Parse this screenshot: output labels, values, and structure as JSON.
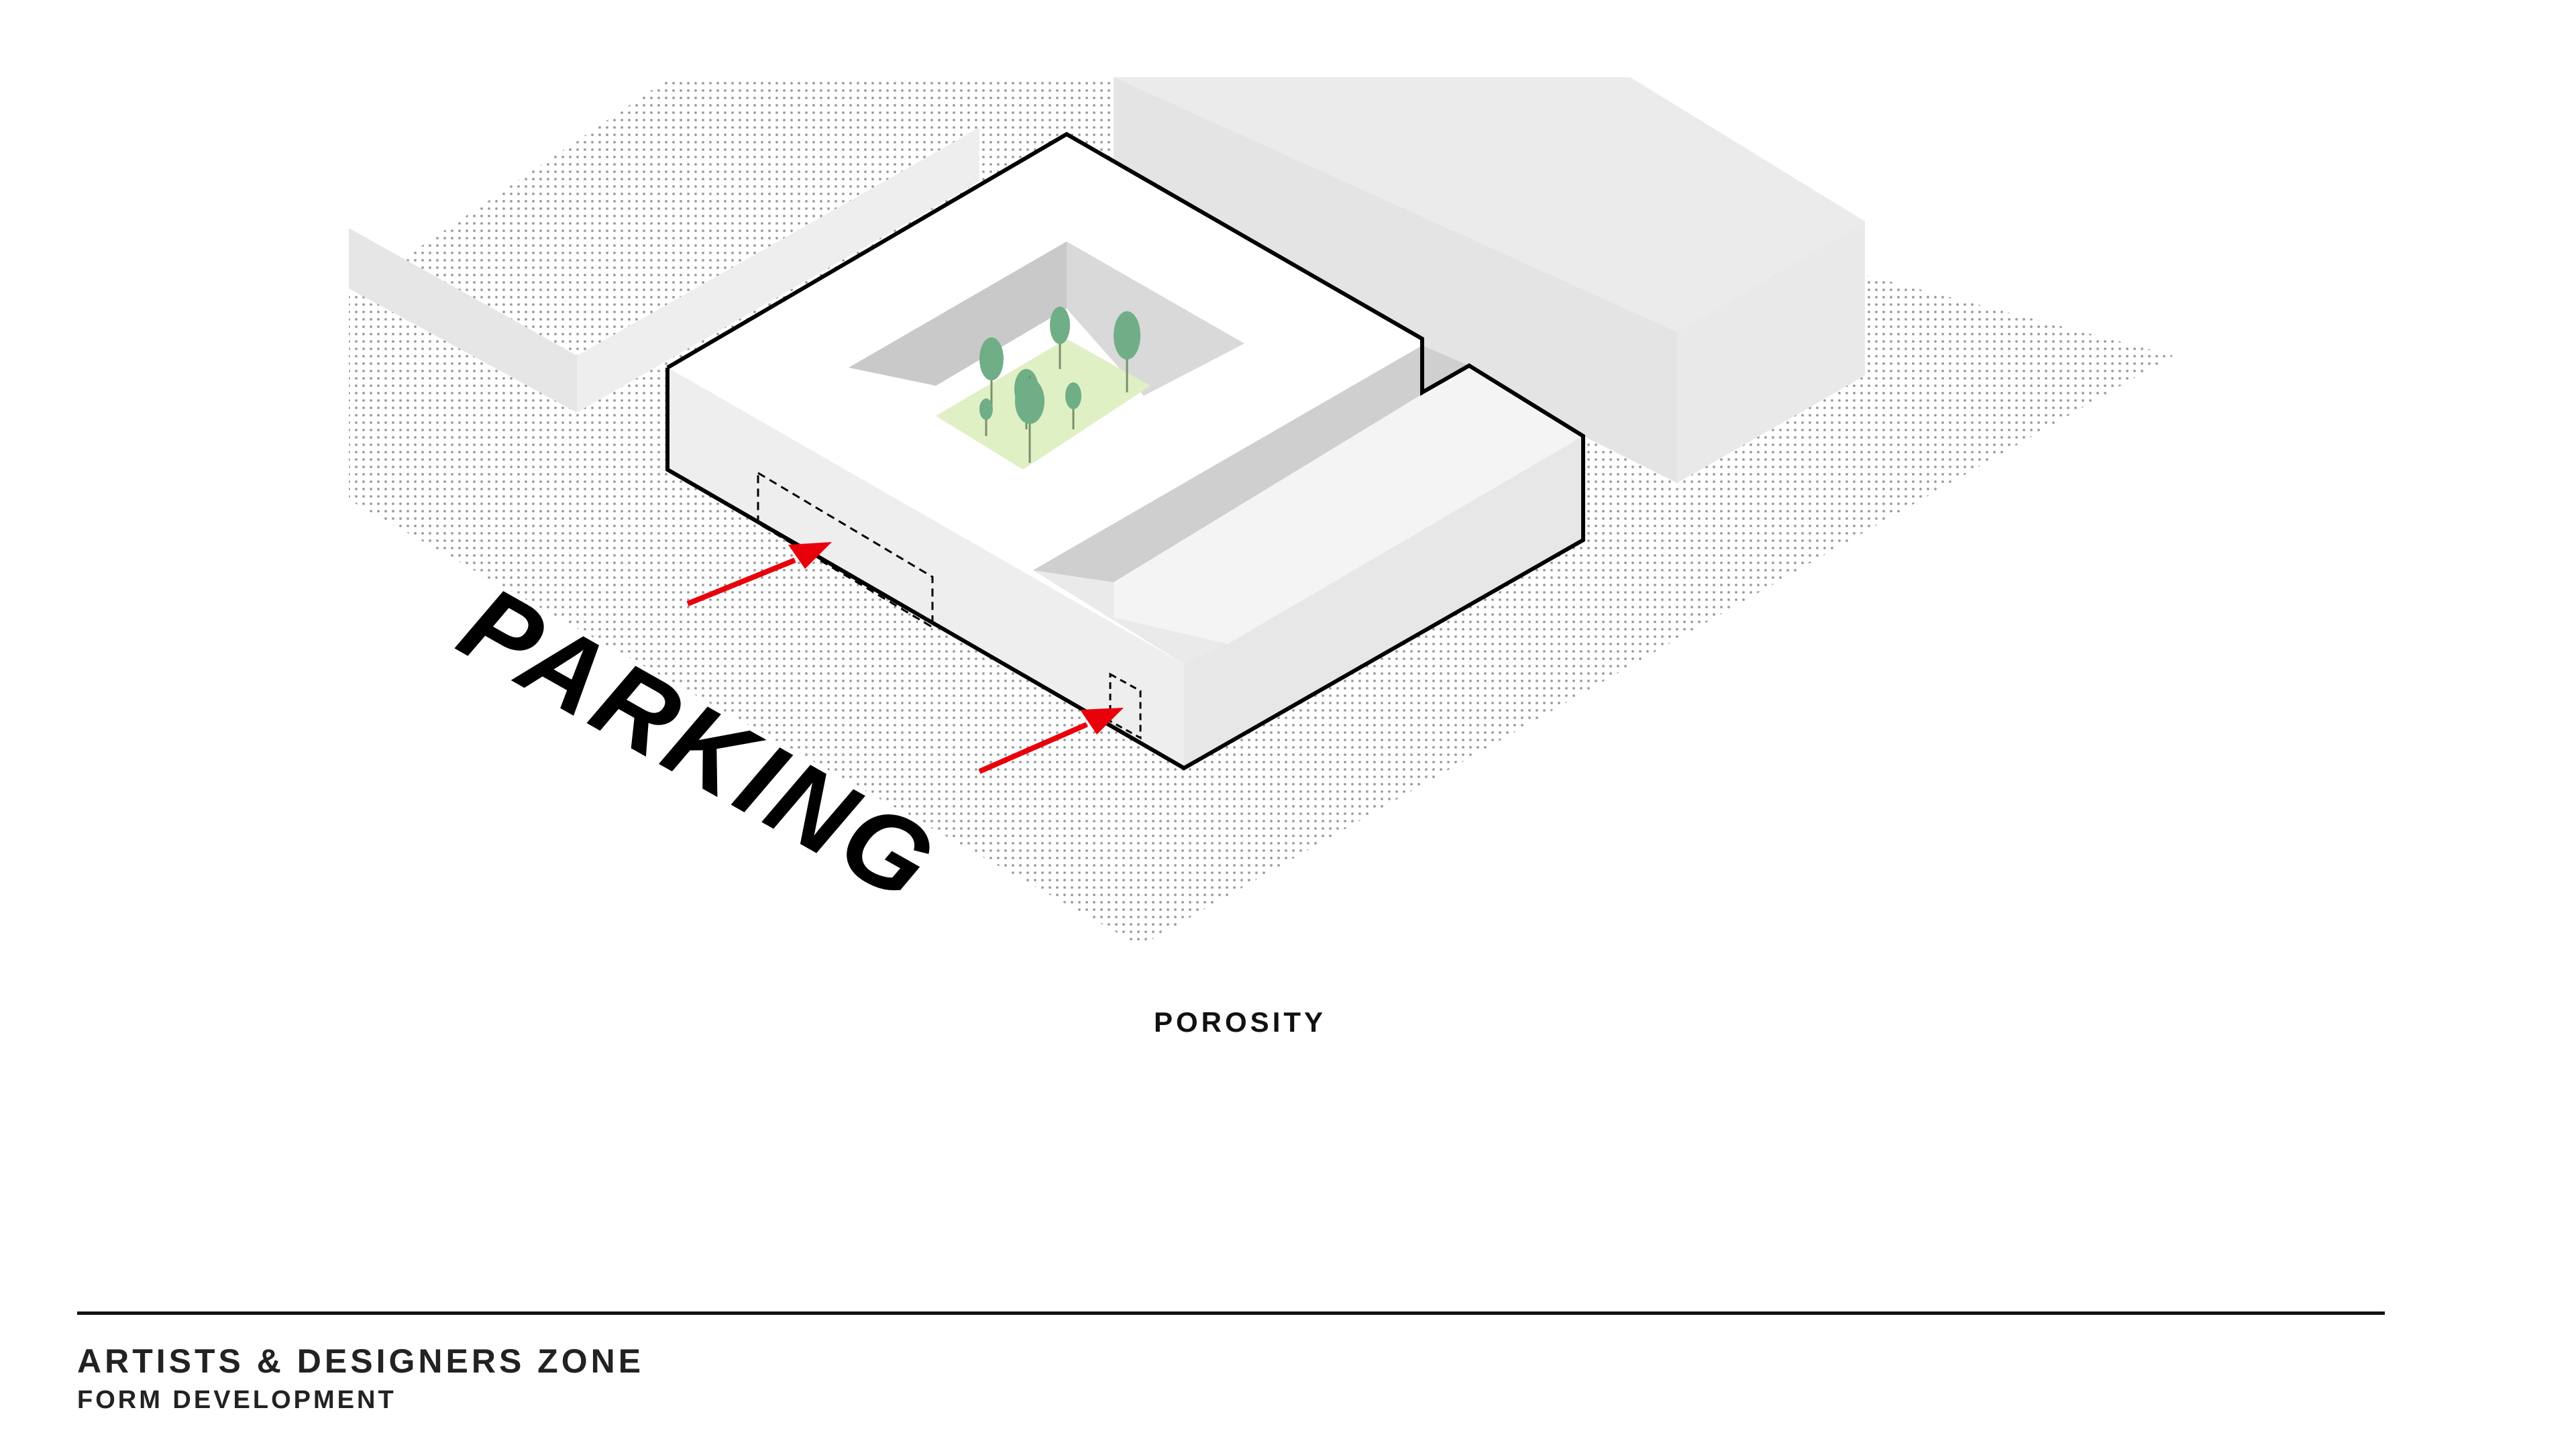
{
  "diagram": {
    "parking_label": "PARKING",
    "caption": "POROSITY",
    "colors": {
      "background": "#ffffff",
      "context_block": "#e6e6e6",
      "ground_dots": "#9a9a9a",
      "building_outline": "#000000",
      "wall_light": "#eeeeee",
      "wall_shade": "#cfcfcf",
      "courtyard_grass": "#dff0c4",
      "tree": "#6fae86",
      "entry_arrow": "#e8000b"
    }
  },
  "footer": {
    "title": "ARTISTS & DESIGNERS ZONE",
    "subtitle": "FORM DEVELOPMENT"
  }
}
